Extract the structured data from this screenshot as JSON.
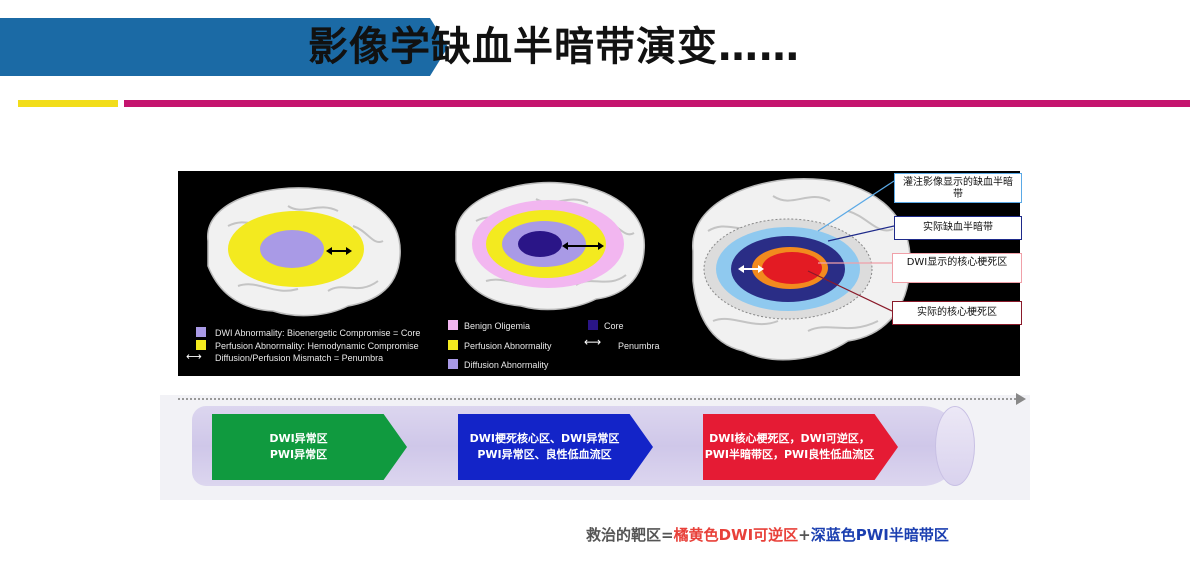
{
  "slide": {
    "title": "影像学缺血半暗带演变……"
  },
  "panel1": {
    "legend": [
      {
        "text": "DWI Abnormality: Bioenergetic Compromise = Core",
        "color": "#a99ae6"
      },
      {
        "text": "Perfusion Abnormality: Hemodynamic Compromise",
        "color": "#f3ea1f"
      },
      {
        "text": "Diffusion/Perfusion Mismatch = Penumbra",
        "color": "#ffffff"
      }
    ]
  },
  "panel2": {
    "legend": [
      {
        "text": "Benign Oligemia",
        "color": "#f2b6f0"
      },
      {
        "text": "Perfusion Abnormality",
        "color": "#f3ea1f"
      },
      {
        "text": "Diffusion Abnormality",
        "color": "#a99ae6"
      },
      {
        "text": "Core",
        "color": "#2a1587"
      },
      {
        "text": "Penumbra",
        "color": "#ffffff"
      }
    ]
  },
  "panel3": {
    "callouts": [
      {
        "text": "灌注影像显示的缺血半暗带",
        "border": "#5aa9e6"
      },
      {
        "text": "实际缺血半暗带",
        "border": "#1e2a8a"
      },
      {
        "text": "DWI显示的核心梗死区",
        "border": "#f0a0a8"
      },
      {
        "text": "实际的核心梗死区",
        "border": "#8a1a2a"
      }
    ]
  },
  "stages": [
    {
      "line1": "DWI异常区",
      "line2": "PWI异常区"
    },
    {
      "line1": "DWI梗死核心区、DWI异常区",
      "line2": "PWI异常区、良性低血流区"
    },
    {
      "line1": "DWI核心梗死区，DWI可逆区，",
      "line2": "PWI半暗带区，PWI良性低血流区"
    }
  ],
  "conclusion": {
    "prefix": "救治的靶区=",
    "orange_part": "橘黄色DWI可逆区",
    "plus": "+",
    "blue_part": "深蓝色PWI半暗带区"
  },
  "colors": {
    "title_bar": "#1b6aa5",
    "accent_yellow": "#f2dd1a",
    "accent_magenta": "#c4146e",
    "stage1": "#109a3f",
    "stage2": "#1324c8",
    "stage3": "#e51b34",
    "conclusion_orange": "#e8413a",
    "conclusion_blue": "#1b3fb0"
  }
}
